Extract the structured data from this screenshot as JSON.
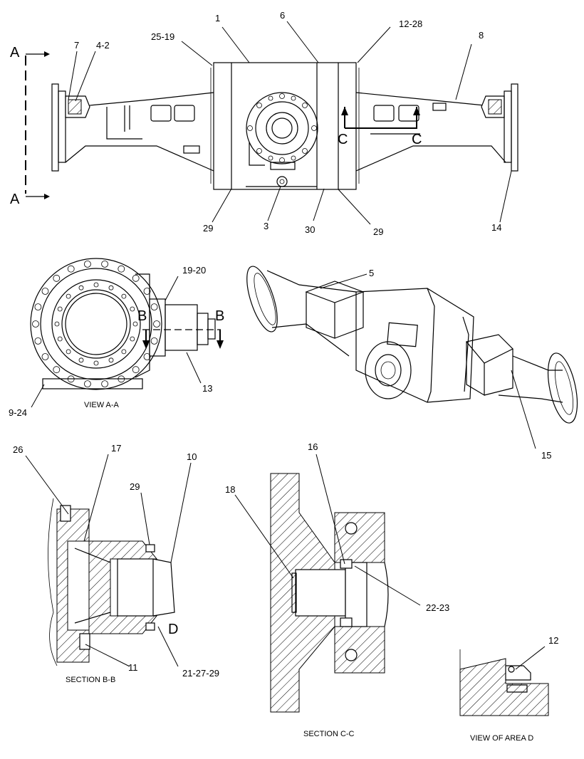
{
  "callouts": {
    "c1": "1",
    "c6": "6",
    "c12_28": "12-28",
    "c25_19": "25-19",
    "c8": "8",
    "c7": "7",
    "c4_2": "4-2",
    "c29a": "29",
    "c3": "3",
    "c30": "30",
    "c29b": "29",
    "c14": "14",
    "c19_20": "19-20",
    "c13": "13",
    "c9_24": "9-24",
    "c5": "5",
    "c15": "15",
    "c26": "26",
    "c17": "17",
    "c10": "10",
    "c29c": "29",
    "c11": "11",
    "c21_27_29": "21-27-29",
    "c16": "16",
    "c18": "18",
    "c22_23": "22-23",
    "c12b": "12"
  },
  "section_marks": {
    "a_top": "A",
    "a_bottom": "A",
    "b_left": "B",
    "b_right": "B",
    "c_left": "C",
    "c_right": "C",
    "d": "D"
  },
  "captions": {
    "view_a": "VIEW A-A",
    "section_b": "SECTION B-B",
    "section_c": "SECTION C-C",
    "view_d": "VIEW OF AREA D"
  },
  "colors": {
    "line": "#000000",
    "background": "#ffffff"
  }
}
